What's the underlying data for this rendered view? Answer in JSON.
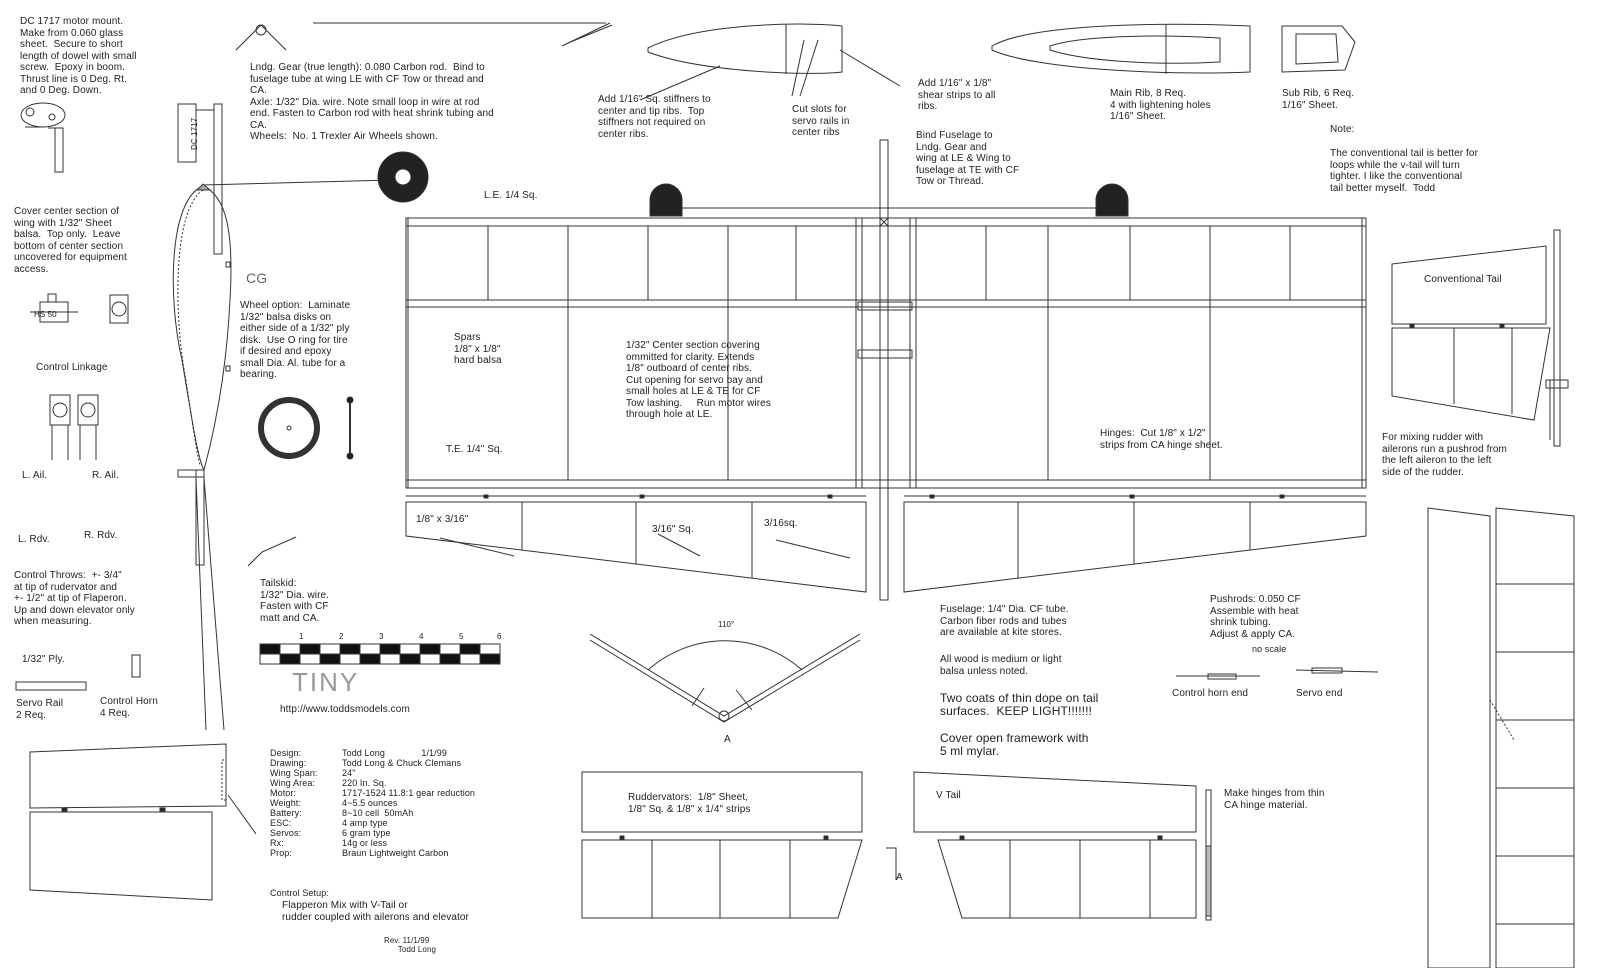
{
  "sheet": {
    "title": "TINY",
    "url": "http://www.toddsmodels.com",
    "cg_label": "CG",
    "section_a": "A",
    "section_a2": "A",
    "angle": "110°",
    "scale_numbers": [
      "1",
      "2",
      "3",
      "4",
      "5",
      "6"
    ],
    "no_scale": "no scale"
  },
  "notes": {
    "motor_mount": "DC 1717 motor mount.\nMake from 0.060 glass\nsheet.  Secure to short\nlength of dowel with small\nscrew.  Epoxy in boom.\nThrust line is 0 Deg. Rt.\nand 0 Deg. Down.",
    "landing_gear": "Lndg. Gear (true length): 0.080 Carbon rod.  Bind to\nfuselage tube at wing LE with CF Tow or thread and\nCA.\nAxle: 1/32\" Dia. wire. Note small loop in wire at rod\nend. Fasten to Carbon rod with heat shrink tubing and\nCA.\nWheels:  No. 1 Trexler Air Wheels shown.",
    "stiffeners": "Add 1/16\" Sq. stiffners to\ncenter and tip ribs.  Top\nstiffners not required on\ncenter ribs.",
    "servo_slots": "Cut slots for\nservo rails in\ncenter ribs",
    "shear_strips": "Add 1/16\" x 1/8\"\nshear strips to all\nribs.",
    "main_rib": "Main Rib, 8 Req.\n4 with lightening holes\n1/16\" Sheet.",
    "sub_rib": "Sub Rib, 6 Req.\n1/16\" Sheet.",
    "note_label": "Note:",
    "tail_note": "The conventional tail is better for\nloops while the v-tail will turn\ntighter. I like the conventional\ntail better myself.  Todd",
    "bind_fuselage": "Bind Fuselage to\nLndg. Gear and\nwing at LE & Wing to\nfuselage at TE with CF\nTow or Thread.",
    "le": "L.E. 1/4 Sq.",
    "cover_center": "Cover center section of\nwing with 1/32\" Sheet\nbalsa.  Top only.  Leave\nbottom of center section\nuncovered for equipment\naccess.",
    "wheel_option": "Wheel option:  Laminate\n1/32\" balsa disks on\neither side of a 1/32\" ply\ndisk.  Use O ring for tire\nif desired and epoxy\nsmall Dia. Al. tube for a\nbearing.",
    "spars": "Spars\n1/8\" x 1/8\"\nhard balsa",
    "center_covering": "1/32\" Center section covering\nommitted for clarity. Extends\n1/8\" outboard of center ribs.\nCut opening for servo bay and\nsmall holes at LE & TE for CF\nTow lashing.     Run motor wires\nthrough hole at LE.",
    "te": "T.E. 1/4\" Sq.",
    "hinges": "Hinges:  Cut 1/8\" x 1/2\"\nstrips from CA hinge sheet.",
    "conventional_tail": "Conventional Tail",
    "mixing_rudder": "For mixing rudder with\nailerons run a pushrod from\nthe left aileron to the left\nside of the rudder.",
    "control_linkage": "Control Linkage",
    "l_ail": "L. Ail.",
    "r_ail": "R. Ail.",
    "l_rdv": "L. Rdv.",
    "r_rdv": "R. Rdv.",
    "control_throws": "Control Throws:  +- 3/4\"\nat tip of rudervator and\n+- 1/2\" at tip of Flaperon.\nUp and down elevator only\nwhen measuring.",
    "ply": "1/32\" Ply.",
    "servo_rail": "Servo Rail\n2 Req.",
    "control_horn": "Control Horn\n4 Req.",
    "hs50": "HS 50",
    "dc1717": "DC 1717",
    "flap_18x316": "1/8\" x 3/16\"",
    "sq316": "3/16\" Sq.",
    "sq316b": "3/16sq.",
    "tailskid": "Tailskid:\n1/32\" Dia. wire.\nFasten with CF\nmatt and CA.",
    "fuselage": "Fuselage: 1/4\" Dia. CF tube.\nCarbon fiber rods and tubes\nare available at kite stores.",
    "wood": "All wood is medium or light\nbalsa unless noted.",
    "dope": "Two coats of thin dope on tail\nsurfaces.  KEEP LIGHT!!!!!!!",
    "mylar": "Cover open framework with\n5 ml mylar.",
    "pushrods": "Pushrods: 0.050 CF\nAssemble with heat\nshrink tubing.\nAdjust & apply CA.",
    "control_horn_end": "Control horn end",
    "servo_end": "Servo end",
    "ruddervators": "Ruddervators:  1/8\" Sheet,\n1/8\" Sq. & 1/8\" x 1/4\" strips",
    "v_tail": "V Tail",
    "make_hinges": "Make hinges from thin\nCA hinge material.",
    "rev": "Rev. 11/1/99\n      Todd Long"
  },
  "specs": [
    {
      "label": "Design:",
      "value": "Todd Long              1/1/99"
    },
    {
      "label": "Drawing:",
      "value": "Todd Long & Chuck Clemans"
    },
    {
      "label": "Wing Span:",
      "value": "24\""
    },
    {
      "label": "Wing Area:",
      "value": "220 In. Sq."
    },
    {
      "label": "Motor:",
      "value": "1717-1524 11.8:1 gear reduction"
    },
    {
      "label": "Weight:",
      "value": "4~5.5 ounces"
    },
    {
      "label": "Battery:",
      "value": "8~10 cell  50mAh"
    },
    {
      "label": "ESC:",
      "value": "4 amp type"
    },
    {
      "label": "Servos:",
      "value": "6 gram type"
    },
    {
      "label": "Rx:",
      "value": "14g or less"
    },
    {
      "label": "Prop:",
      "value": "Braun Lightweight Carbon"
    }
  ],
  "control_setup": {
    "title": "Control Setup:",
    "text": "Flapperon Mix with V-Tail or\nrudder coupled with ailerons and elevator"
  }
}
